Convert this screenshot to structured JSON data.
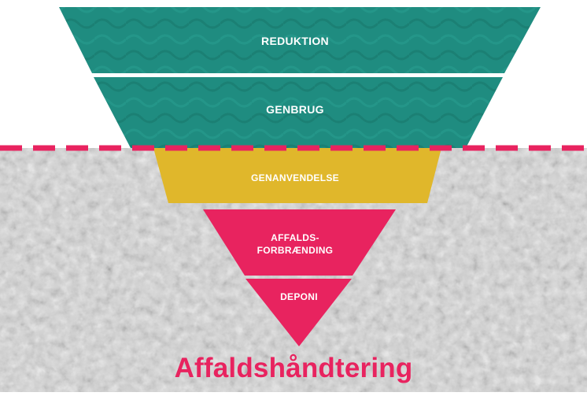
{
  "diagram": {
    "levels": [
      {
        "label": "REDUKTION",
        "color": "#1e8a7e"
      },
      {
        "label": "GENBRUG",
        "color": "#1e8a7e"
      },
      {
        "label": "GENANVENDELSE",
        "color": "#e1b82a"
      },
      {
        "label_line1": "AFFALDS-",
        "label_line2": "FORBRÆNDING",
        "color": "#e8235f"
      },
      {
        "label": "DEPONI",
        "color": "#e8235f"
      }
    ],
    "divider_color": "#e8235f",
    "ground_color": "#cfcfcf"
  },
  "title": "Affaldshåndtering"
}
